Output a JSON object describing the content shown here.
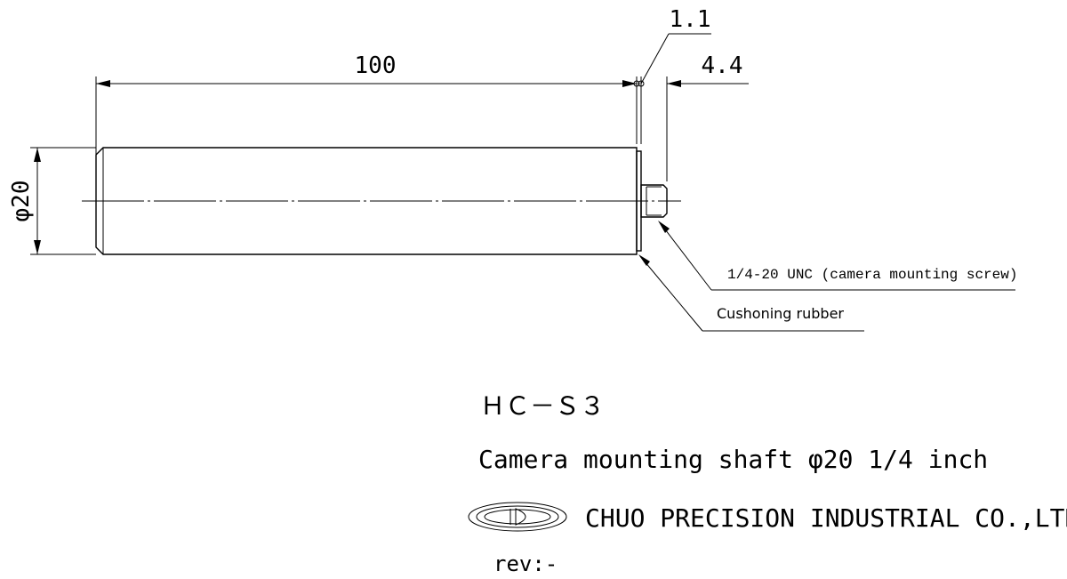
{
  "dimensions": {
    "length": "100",
    "rubber_thickness": "1.1",
    "screw_length": "4.4",
    "diameter_symbol": "φ",
    "diameter_value": "20"
  },
  "callouts": {
    "screw": "1/4-20 UNC (camera mounting screw)",
    "rubber": "Cushoning rubber"
  },
  "title_block": {
    "model": "ＨＣ－Ｓ３",
    "description": "Camera mounting shaft φ20 1/4 inch",
    "company": "CHUO PRECISION INDUSTRIAL CO.,LTD.",
    "revision": "rev:-"
  },
  "logo": {
    "name": "chuo-precision-logo-icon"
  }
}
